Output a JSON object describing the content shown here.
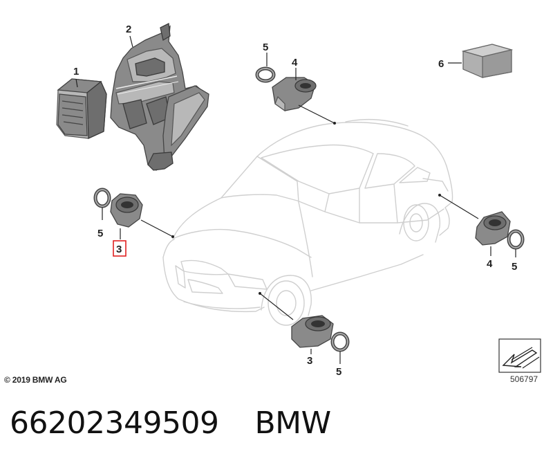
{
  "callouts": {
    "c1": "1",
    "c2": "2",
    "c3_front": "3",
    "c3_bottom": "3",
    "c4_top": "4",
    "c4_right": "4",
    "c5_top": "5",
    "c5_left": "5",
    "c5_right": "5",
    "c5_bottom": "5",
    "c6": "6"
  },
  "copyright": "© 2019 BMW AG",
  "drawing_number": "506797",
  "footer": {
    "part_number": "66202349509",
    "brand": "BMW"
  },
  "colors": {
    "part_fill": "#8a8a8a",
    "car_outline": "#cfcfcf",
    "highlight_box": "#e02020"
  },
  "icons": {
    "nav_arrow": "arrow-icon"
  }
}
